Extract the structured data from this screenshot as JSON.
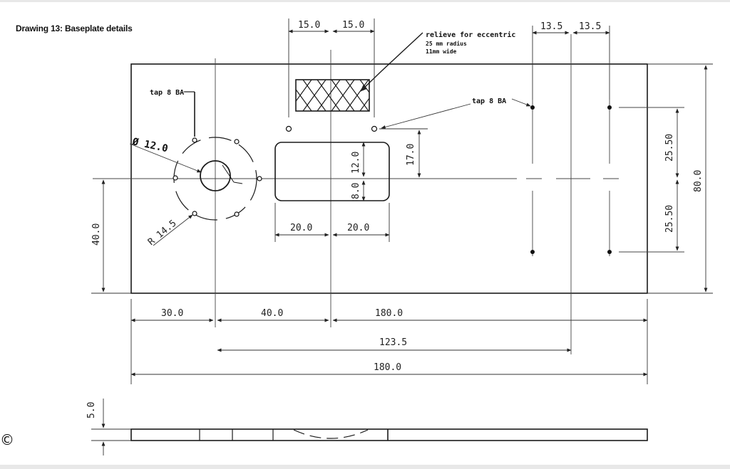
{
  "title": "Drawing 13: Baseplate details",
  "copyright": "©",
  "notes": {
    "tap_left": "tap 8 BA",
    "tap_right": "tap 8 BA",
    "diameter": "Ø 12.0",
    "radius": "R 14.5",
    "relieve_line1": "relieve for eccentric",
    "relieve_line2": "25 mm radius",
    "relieve_line3": "11mm wide"
  },
  "dimensions": {
    "top_15a": "15.0",
    "top_15b": "15.0",
    "top_13_5a": "13.5",
    "top_13_5b": "13.5",
    "slot_12": "12.0",
    "slot_8": "8.0",
    "slot_17": "17.0",
    "slot_20a": "20.0",
    "slot_20b": "20.0",
    "left_40": "40.0",
    "right_25_50a": "25.50",
    "right_25_50b": "25.50",
    "right_80": "80.0",
    "bottom_30": "30.0",
    "bottom_40": "40.0",
    "bottom_180a": "180.0",
    "bottom_123_5": "123.5",
    "bottom_180b": "180.0",
    "side_5": "5.0"
  }
}
